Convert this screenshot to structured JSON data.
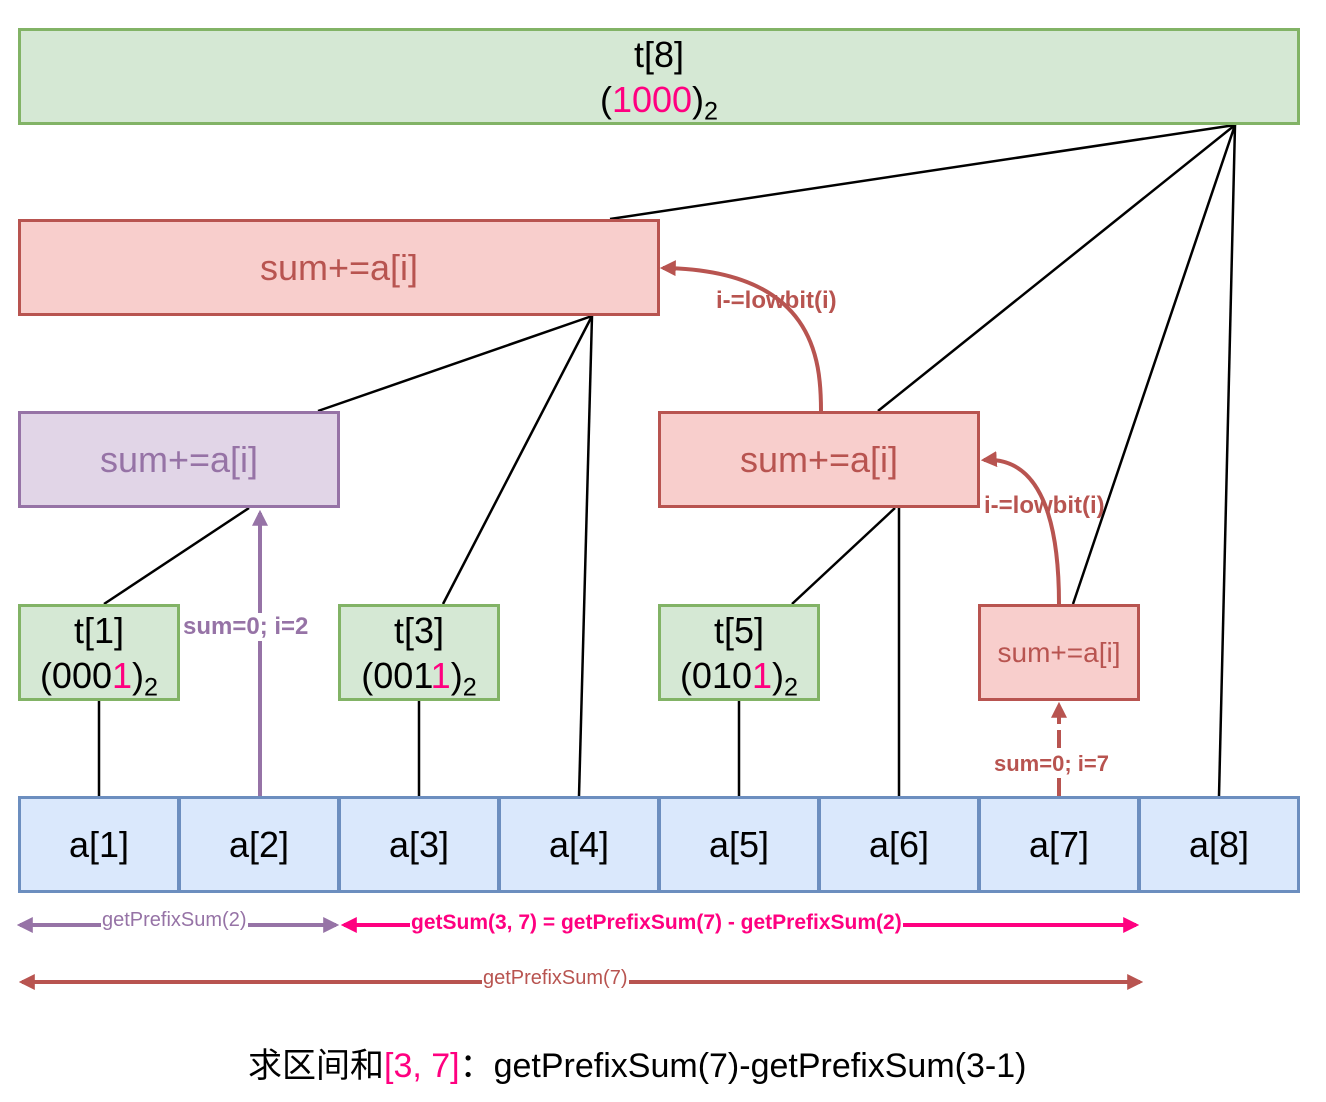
{
  "top_node": {
    "title": "t[8]",
    "open": "(",
    "highlight": "1000",
    "close": ")",
    "base": "2"
  },
  "sum_label": "sum+=a[i]",
  "leaf_nodes": [
    {
      "title": "t[1]",
      "prefix": "(000",
      "highlight": "1",
      "close": ")",
      "base": "2"
    },
    {
      "title": "t[3]",
      "prefix": "(001",
      "highlight": "1",
      "close": ")",
      "base": "2"
    },
    {
      "title": "t[5]",
      "prefix": "(010",
      "highlight": "1",
      "close": ")",
      "base": "2"
    }
  ],
  "array_cells": [
    "a[1]",
    "a[2]",
    "a[3]",
    "a[4]",
    "a[5]",
    "a[6]",
    "a[7]",
    "a[8]"
  ],
  "step_labels": {
    "lowbit_upper": "i-=lowbit(i)",
    "lowbit_lower": "i-=lowbit(i)",
    "init_left": "sum=0; i=2",
    "init_right": "sum=0; i=7"
  },
  "ranges": {
    "prefix2": "getPrefixSum(2)",
    "getsum": "getSum(3, 7) = getPrefixSum(7) - getPrefixSum(2)",
    "prefix7": "getPrefixSum(7)"
  },
  "footer": {
    "prefix": "求区间和",
    "range": "[3, 7]",
    "suffix": "：getPrefixSum(7)-getPrefixSum(3-1)"
  },
  "colors": {
    "green_fill": "#d5e8d4",
    "green_stroke": "#82b366",
    "red_fill": "#f8cecc",
    "red_stroke": "#b85450",
    "purple_fill": "#e1d5e7",
    "purple_stroke": "#9673a6",
    "blue_fill": "#dae8fc",
    "blue_stroke": "#6c8ebf",
    "highlight": "#ff0080"
  }
}
